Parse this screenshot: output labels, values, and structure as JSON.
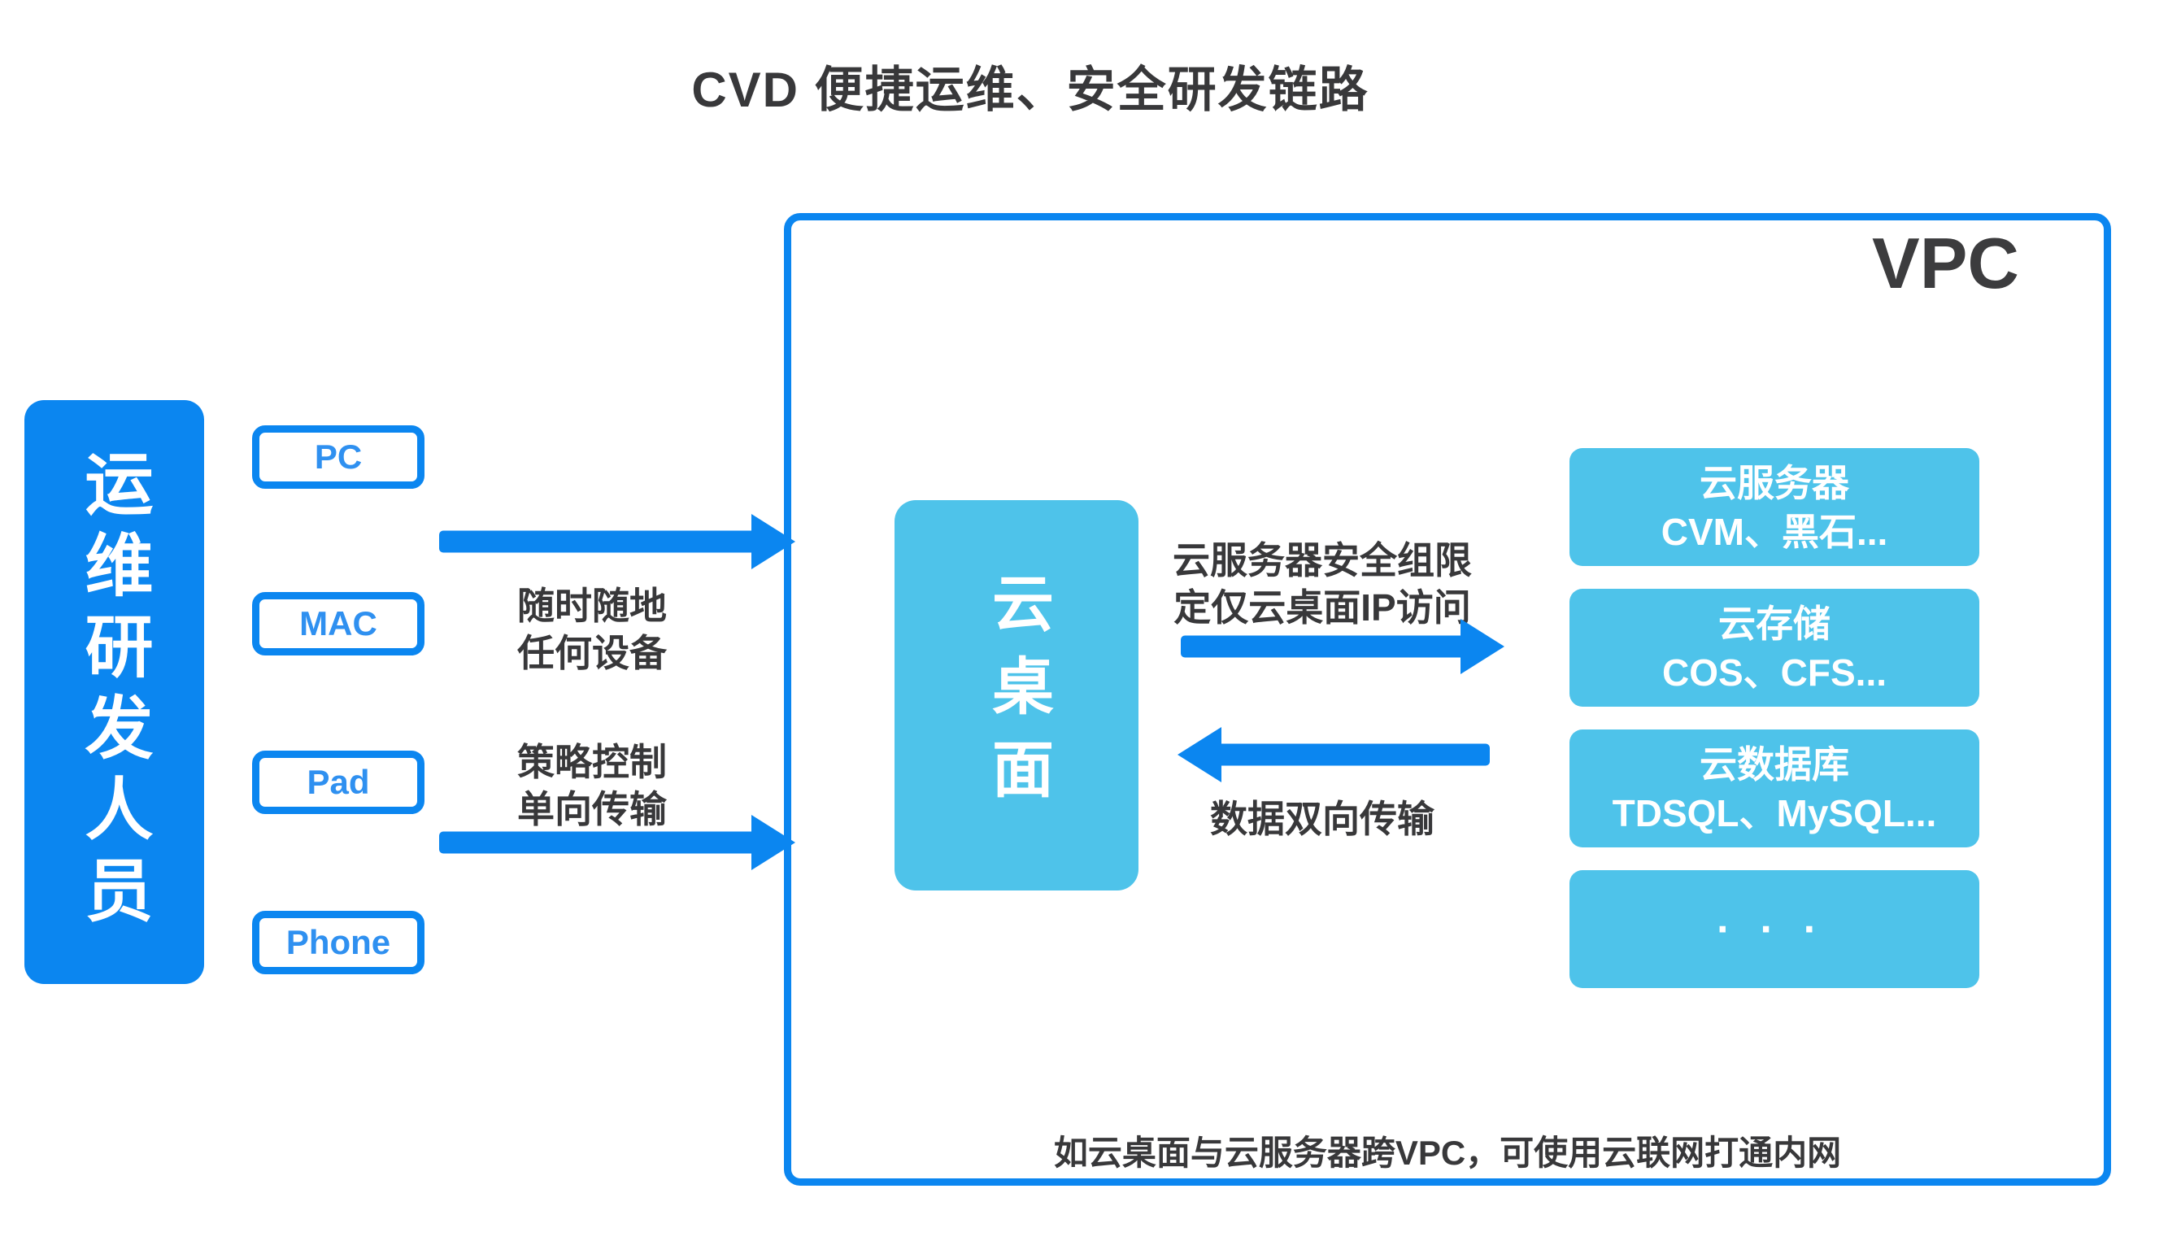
{
  "title": "CVD 便捷运维、安全研发链路",
  "colors": {
    "primary_blue": "#0B86F0",
    "light_blue": "#4EC3EA",
    "text_dark": "#38383A"
  },
  "actors": {
    "ops_person": "运维研发人员"
  },
  "devices": [
    "PC",
    "MAC",
    "Pad",
    "Phone"
  ],
  "edges": {
    "device_to_desktop": [
      {
        "lines": [
          "随时随地",
          "任何设备"
        ]
      },
      {
        "lines": [
          "策略控制",
          "单向传输"
        ]
      }
    ],
    "desktop_to_services": {
      "lines": [
        "云服务器安全组限",
        "定仅云桌面IP访问"
      ]
    },
    "services_to_desktop": {
      "label": "数据双向传输"
    }
  },
  "vpc": {
    "label": "VPC",
    "cloud_desktop": "云桌面",
    "services": [
      {
        "title": "云服务器",
        "subtitle": "CVM、黑石..."
      },
      {
        "title": "云存储",
        "subtitle": "COS、CFS..."
      },
      {
        "title": "云数据库",
        "subtitle": "TDSQL、MySQL..."
      },
      {
        "title": "···",
        "subtitle": ""
      }
    ],
    "note": "如云桌面与云服务器跨VPC，可使用云联网打通内网"
  }
}
